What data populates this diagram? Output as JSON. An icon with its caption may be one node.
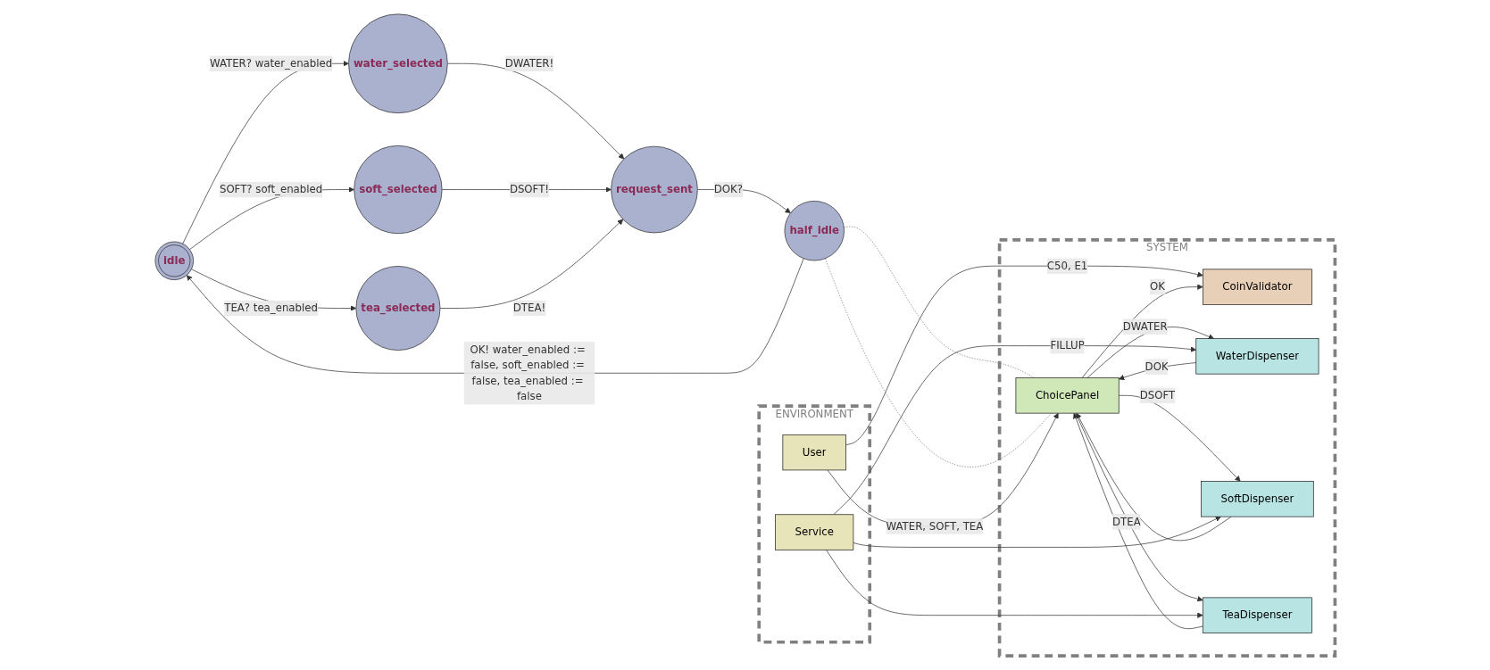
{
  "diagram": {
    "nodes": [
      {
        "text": [
          "idle"
        ]
      },
      {
        "text": [
          "water_selected"
        ]
      },
      {
        "text": [
          "soft_selected"
        ]
      },
      {
        "text": [
          "tea_selected"
        ]
      },
      {
        "text": [
          "request_sent"
        ]
      },
      {
        "text": [
          "half_idle"
        ]
      },
      {
        "text": [
          "SYSTEM"
        ]
      },
      {
        "text": [
          "CoinValidator"
        ],
        "in": 6
      },
      {
        "text": [
          "ChoicePanel"
        ],
        "in": 6
      },
      {
        "text": [
          "WaterDispenser"
        ],
        "in": 6
      },
      {
        "text": [
          "SoftDispenser"
        ],
        "in": 6
      },
      {
        "text": [
          "TeaDispenser"
        ],
        "in": 6
      },
      {
        "text": [
          "ENVIRONMENT"
        ]
      },
      {
        "text": [
          "User"
        ],
        "in": 12
      },
      {
        "text": [
          "Service"
        ],
        "in": 12
      }
    ],
    "edges": [
      {
        "from": 0,
        "to": 1,
        "arrow": "to",
        "label": "WATER? water_enabled"
      },
      {
        "from": 0,
        "to": 2,
        "arrow": "to",
        "label": "SOFT? soft_enabled"
      },
      {
        "from": 0,
        "to": 3,
        "arrow": "to",
        "label": "TEA? tea_enabled"
      },
      {
        "from": 1,
        "to": 4,
        "arrow": "to",
        "label": "DWATER!"
      },
      {
        "from": 2,
        "to": 4,
        "arrow": "to",
        "label": "DSOFT!"
      },
      {
        "from": 3,
        "to": 4,
        "arrow": "to",
        "label": "DTEA!"
      },
      {
        "from": 4,
        "to": 5,
        "arrow": "to",
        "label": "DOK?"
      },
      {
        "from": 5,
        "to": 0,
        "arrow": "to",
        "label": "OK! water_enabled := false, soft_enabled := false, tea_enabled := false"
      },
      {
        "from": 5,
        "to": 8,
        "arrow": "none",
        "style": "dashed",
        "color": "#808080"
      },
      {
        "from": 5,
        "to": 8,
        "arrow": "none",
        "style": "dashed",
        "color": "#808080"
      },
      {
        "from": 13,
        "to": 7,
        "arrow": "to",
        "label": "C50, E1"
      },
      {
        "from": 13,
        "to": 8,
        "arrow": "to",
        "label": "WATER, SOFT, TEA"
      },
      {
        "from": 8,
        "to": 7,
        "arrow": "to",
        "label": "OK"
      },
      {
        "from": 8,
        "to": 9,
        "arrow": "to",
        "label": "DWATER"
      },
      {
        "from": 8,
        "to": 10,
        "arrow": "to",
        "label": "DSOFT"
      },
      {
        "from": 8,
        "to": 11,
        "arrow": "to",
        "label": "DTEA"
      },
      {
        "from": 9,
        "to": 8,
        "arrow": "to",
        "label": "DOK"
      },
      {
        "from": 10,
        "to": 8,
        "arrow": "to"
      },
      {
        "from": 11,
        "to": 8,
        "arrow": "to"
      },
      {
        "from": 14,
        "to": 9,
        "arrow": "to",
        "label": "FILLUP"
      },
      {
        "from": 14,
        "to": 10,
        "arrow": "to"
      },
      {
        "from": 14,
        "to": 11,
        "arrow": "to"
      }
    ]
  }
}
